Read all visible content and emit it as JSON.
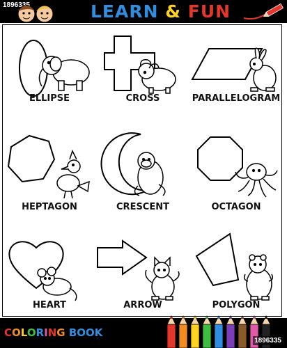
{
  "watermark": {
    "id_top": "1896335",
    "id_bottom": "1896335"
  },
  "header": {
    "learn": "LEARN",
    "amp": "&",
    "fun": "FUN"
  },
  "footer": {
    "word1": "COLORING",
    "word2": "BOOK"
  },
  "shapes": [
    {
      "label": "ELLIPSE",
      "animal": "elephant-icon"
    },
    {
      "label": "CROSS",
      "animal": "ram-icon"
    },
    {
      "label": "PARALLELOGRAM",
      "animal": "rabbit-icon"
    },
    {
      "label": "HEPTAGON",
      "animal": "bird-icon"
    },
    {
      "label": "CRESCENT",
      "animal": "monkey-icon"
    },
    {
      "label": "OCTAGON",
      "animal": "octopus-icon"
    },
    {
      "label": "HEART",
      "animal": "mouse-icon"
    },
    {
      "label": "ARROW",
      "animal": "cat-icon"
    },
    {
      "label": "POLYGON",
      "animal": "hamster-icon"
    }
  ],
  "colors": {
    "learn": "#2f8ee0",
    "amp": "#ffd21f",
    "fun": "#e6352a",
    "pencils": [
      "#e6352a",
      "#f28c1f",
      "#ffd21f",
      "#3fbf3f",
      "#2f8ee0",
      "#7a3fb8",
      "#8a5a2b",
      "#e05aa8",
      "#222222"
    ]
  }
}
